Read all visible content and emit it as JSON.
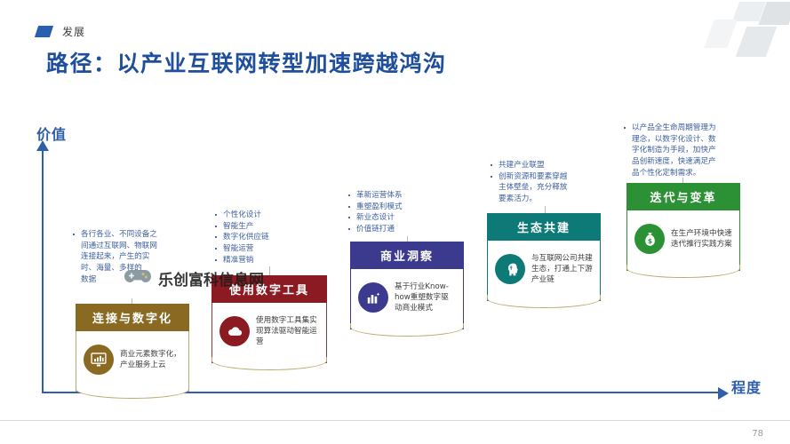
{
  "header": {
    "kicker": "发展",
    "title": "路径：以产业互联网转型加速跨越鸿沟",
    "accent_color": "#2a5fb0",
    "title_color": "#1f4e9c"
  },
  "axes": {
    "y_label": "价值",
    "x_label": "程度",
    "color": "#2f5fa8"
  },
  "watermark": {
    "text": "乐创富科信息网",
    "icon": "gamepad-icon"
  },
  "footer": {
    "page_number": "78"
  },
  "stages": [
    {
      "id": "connect-digitize",
      "bullets": [
        "各行各业、不同设备之",
        "间通过互联网、物联网",
        "连接起来，产生的实",
        "时、海量、多样的",
        "数据"
      ],
      "title": "连接与数字化",
      "description": "商业元素数字化，产业服务上云",
      "icon": "monitor-chart-icon",
      "header_color": "#8a6a22",
      "border_color": "#b9a96a",
      "icon_bg": "#8a6a22",
      "icon_color": "#ffffff"
    },
    {
      "id": "use-digital-tools",
      "bullets": [
        "个性化设计",
        "智能生产",
        "数字化供应链",
        "智能运营",
        "精准营销"
      ],
      "title": "使用数字工具",
      "description": "使用数字工具集实现算法驱动智能运营",
      "icon": "cloud-icon",
      "header_color": "#8b1a22",
      "border_color": "#8b3a44",
      "icon_bg": "#8b1a22",
      "icon_color": "#ffffff"
    },
    {
      "id": "business-insight",
      "bullets": [
        "革新运营体系",
        "重塑盈利模式",
        "新业态设计",
        "价值链打通"
      ],
      "title": "商业洞察",
      "description": "基于行业Know-how重塑数字驱动商业模式",
      "icon": "bar-chart-icon",
      "header_color": "#3b3a8f",
      "border_color": "#3b3a8f",
      "icon_bg": "#3b3a8f",
      "icon_color": "#ffffff"
    },
    {
      "id": "ecosystem-cobuild",
      "bullets": [
        "共建产业联盟",
        "创新资源和要素穿越",
        "主体壁垒，充分释放",
        "要素活力。"
      ],
      "title": "生态共建",
      "description": "与互联网公司共建生态，打通上下游产业链",
      "icon": "brain-head-icon",
      "header_color": "#0d7a78",
      "border_color": "#0d7a78",
      "icon_bg": "#0d7a78",
      "icon_color": "#ffffff"
    },
    {
      "id": "iterate-transform",
      "bullets": [
        "以产品全生命周期管理为",
        "理念，以数字化设计、数",
        "字化制造为手段，加快产",
        "品创新速度，快速满足产",
        "品个性化定制需求。"
      ],
      "title": "迭代与变革",
      "description": "在生产环境中快速迭代推行实践方案",
      "icon": "money-bag-icon",
      "header_color": "#2b9134",
      "border_color": "#2b9134",
      "icon_bg": "#2b9134",
      "icon_color": "#ffffff"
    }
  ]
}
